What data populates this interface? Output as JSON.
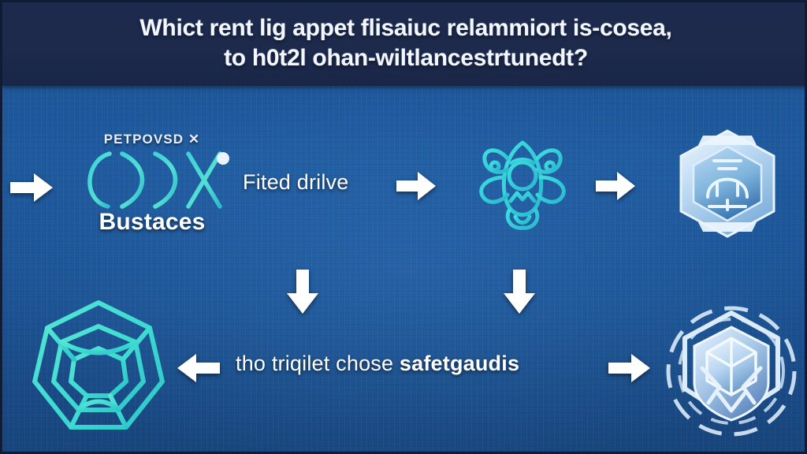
{
  "header": {
    "title": "Whict rent lig appet flisaiuc relammiort is-cosea,\nto h0t2l ohan-wiltlancestrtunedt?"
  },
  "colors": {
    "header_band": "#1d2a4c",
    "body_blue": "#1f5a9e",
    "accent_cyan": "#45d4cf",
    "arrow_white": "#ffffff",
    "icon_ice_blue": "#cfe4f6",
    "border": "#101b36"
  },
  "nodes": [
    {
      "id": "node-dna",
      "caption_top": "PETPOVSD ✕",
      "caption_bottom": "Bustaces",
      "icon": "dna-helix-icon"
    },
    {
      "id": "node-creature",
      "caption_top": "",
      "caption_bottom": "",
      "icon": "winged-creature-icon"
    },
    {
      "id": "node-hex-badge",
      "caption_top": "",
      "caption_bottom": "",
      "icon": "hexagon-badge-icon"
    },
    {
      "id": "node-molecule",
      "caption_top": "",
      "caption_bottom": "",
      "icon": "molecular-sphere-icon"
    },
    {
      "id": "node-cube-shield",
      "caption_top": "",
      "caption_bottom": "",
      "icon": "cube-shield-emblem-icon"
    }
  ],
  "edges": [
    {
      "id": "edge-entry",
      "label": "",
      "arrow": "arrow-right-icon"
    },
    {
      "id": "edge-fited-drilve",
      "label": "Fited drilve",
      "arrow": "arrow-right-icon"
    },
    {
      "id": "edge-creature-to-badge",
      "label": "",
      "arrow": "arrow-right-icon"
    },
    {
      "id": "edge-down-left",
      "label": "",
      "arrow": "arrow-down-icon"
    },
    {
      "id": "edge-down-right",
      "label": "",
      "arrow": "arrow-down-icon"
    },
    {
      "id": "edge-safeguards-left",
      "label": "",
      "arrow": "arrow-left-icon"
    },
    {
      "id": "edge-safeguards",
      "label_normal": "tho triqilet chose ",
      "label_bold": "safetgaudis",
      "arrow": "arrow-right-icon"
    }
  ]
}
